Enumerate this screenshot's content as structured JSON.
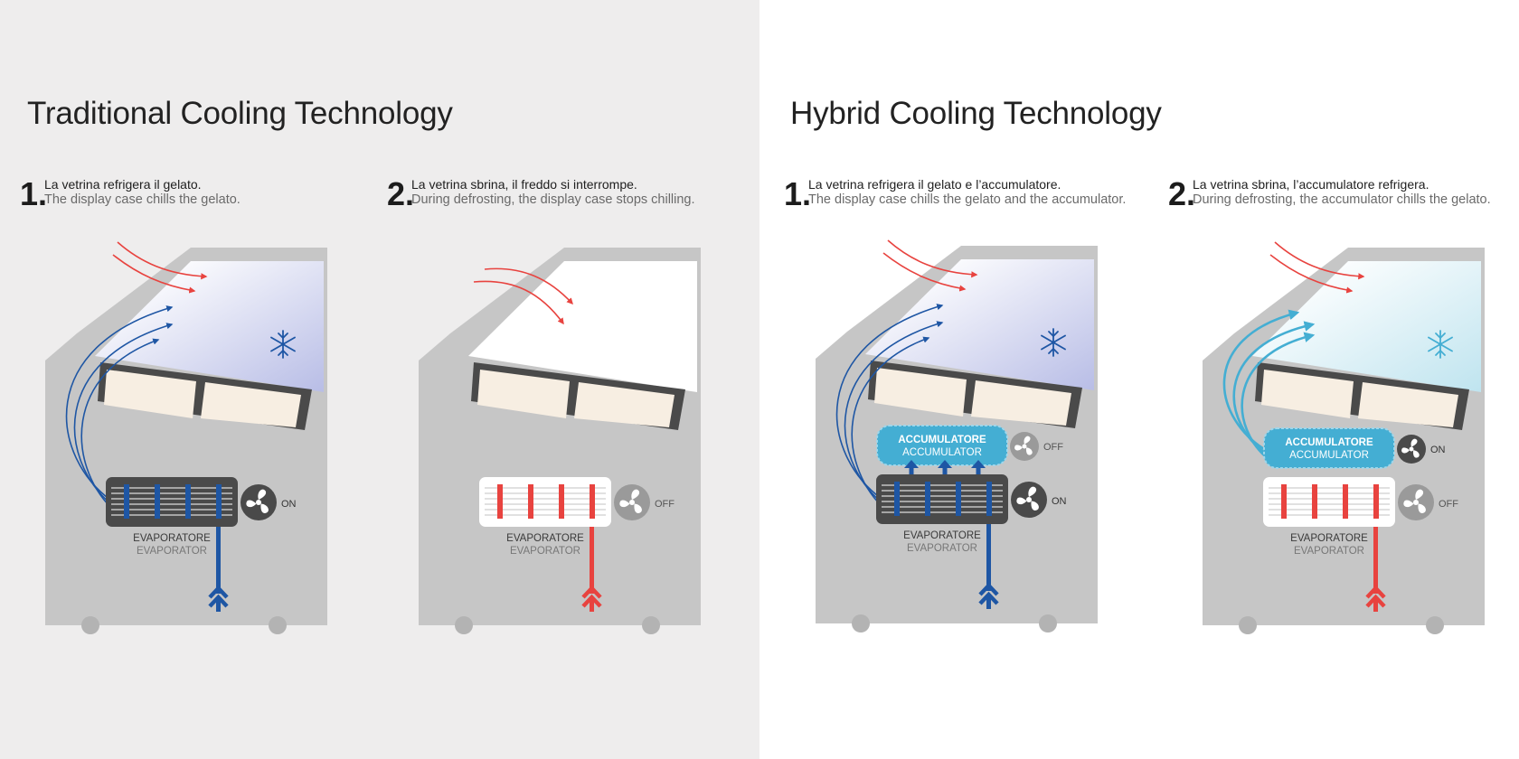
{
  "sections": [
    {
      "title": "Traditional Cooling Technology",
      "panels": [
        {
          "step_number": "1.",
          "caption_it": "La vetrina refrigera il gelato.",
          "caption_en": "The display case chills the gelato.",
          "evaporator_label_it": "EVAPORATORE",
          "evaporator_label_en": "EVAPORATOR",
          "evaporator_fan_status": "ON"
        },
        {
          "step_number": "2.",
          "caption_it": "La vetrina sbrina, il freddo si interrompe.",
          "caption_en": "During defrosting, the display case stops chilling.",
          "evaporator_label_it": "EVAPORATORE",
          "evaporator_label_en": "EVAPORATOR",
          "evaporator_fan_status": "OFF"
        }
      ]
    },
    {
      "title": "Hybrid Cooling Technology",
      "panels": [
        {
          "step_number": "1.",
          "caption_it": "La vetrina refrigera il gelato e l’accumulatore.",
          "caption_en": "The display case chills the gelato and the accumulator.",
          "accumulator_label_it": "ACCUMULATORE",
          "accumulator_label_en": "ACCUMULATOR",
          "accumulator_fan_status": "OFF",
          "evaporator_label_it": "EVAPORATORE",
          "evaporator_label_en": "EVAPORATOR",
          "evaporator_fan_status": "ON"
        },
        {
          "step_number": "2.",
          "caption_it": "La vetrina sbrina, l’accumulatore refrigera.",
          "caption_en": "During defrosting, the accumulator chills the gelato.",
          "accumulator_label_it": "ACCUMULATORE",
          "accumulator_label_en": "ACCUMULATOR",
          "accumulator_fan_status": "ON",
          "evaporator_label_it": "EVAPORATORE",
          "evaporator_label_en": "EVAPORATOR",
          "evaporator_fan_status": "OFF"
        }
      ]
    }
  ],
  "colors": {
    "left_background": "#eeeded",
    "right_background": "#ffffff",
    "cabinet_gray": "#c6c6c6",
    "cold_blue": "#1e56a4",
    "accumulator_cyan": "#44aed3",
    "warm_red": "#e8433f",
    "gelato_cream": "#f7eee2",
    "dark_component": "#4a4a4a"
  },
  "icons": [
    "snowflake-icon",
    "fan-icon",
    "arrow-up-icon"
  ]
}
